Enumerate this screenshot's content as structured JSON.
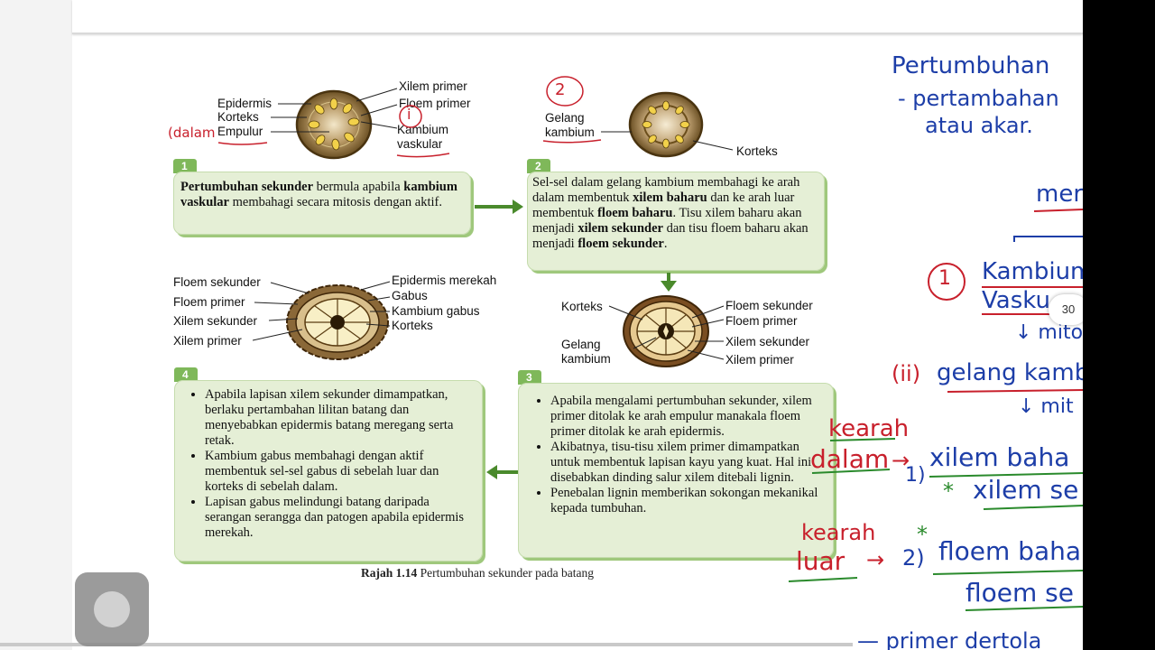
{
  "diagram": {
    "stage1_labels": {
      "epidermis": "Epidermis",
      "korteks": "Korteks",
      "empulur": "Empulur",
      "xilem_primer": "Xilem primer",
      "floem_primer": "Floem primer",
      "kambium_vaskular_1": "Kambium",
      "kambium_vaskular_2": "vaskular"
    },
    "stage2_labels": {
      "gelang_1": "Gelang",
      "gelang_2": "kambium",
      "korteks": "Korteks"
    },
    "stage3_labels": {
      "korteks": "Korteks",
      "gelang_1": "Gelang",
      "gelang_2": "kambium",
      "floem_sekunder": "Floem sekunder",
      "floem_primer": "Floem primer",
      "xilem_sekunder": "Xilem sekunder",
      "xilem_primer": "Xilem primer"
    },
    "stage4_labels": {
      "floem_sekunder": "Floem sekunder",
      "floem_primer": "Floem primer",
      "xilem_sekunder": "Xilem sekunder",
      "xilem_primer": "Xilem primer",
      "epidermis_merekah": "Epidermis merekah",
      "gabus": "Gabus",
      "kambium_gabus": "Kambium gabus",
      "korteks": "Korteks"
    },
    "box1": {
      "num": "1",
      "b1": "Pertumbuhan sekunder",
      "t1": " bermula apabila ",
      "b2": "kambium vaskular",
      "t2": " membahagi secara mitosis dengan aktif."
    },
    "box2": {
      "num": "2",
      "t1": "Sel-sel dalam gelang kambium membahagi ke arah dalam membentuk ",
      "b1": "xilem baharu",
      "t2": " dan ke arah luar membentuk ",
      "b2": "floem baharu",
      "t3": ". Tisu xilem baharu akan menjadi ",
      "b3": "xilem sekunder",
      "t4": " dan tisu floem baharu akan menjadi ",
      "b4": "floem sekunder",
      "t5": "."
    },
    "box3": {
      "num": "3",
      "items": [
        "Apabila mengalami pertumbuhan sekunder, xilem primer ditolak ke arah empulur manakala floem primer ditolak ke arah epidermis.",
        "Akibatnya, tisu-tisu xilem primer dimampatkan untuk membentuk lapisan kayu yang kuat. Hal ini disebabkan dinding salur xilem ditebali lignin.",
        "Penebalan lignin memberikan sokongan mekanikal kepada tumbuhan."
      ]
    },
    "box4": {
      "num": "4",
      "items": [
        "Apabila lapisan xilem sekunder dimampatkan, berlaku pertambahan lilitan batang dan menyebabkan epidermis batang meregang serta retak.",
        "Kambium gabus membahagi dengan aktif membentuk sel-sel gabus di sebelah luar dan korteks di sebelah dalam.",
        "Lapisan gabus melindungi batang daripada serangan serangga dan patogen apabila epidermis merekah."
      ]
    },
    "caption_bold": "Rajah 1.14",
    "caption_text": " Pertumbuhan sekunder pada batang"
  },
  "annotations": {
    "dalam": "(dalam",
    "circle_i": "i",
    "circle_2": "2",
    "notes": {
      "line1": "Pertumbuhan",
      "line2": "- pertambahan",
      "line3": "atau akar.",
      "mer": "mer",
      "num1": "1",
      "kambium": "Kambium",
      "vasku": "Vasku",
      "mito": "↓ mito",
      "ii": "(ii)",
      "gelang": "gelang kamb",
      "mit2": "↓ mit",
      "kearah1": "kearah",
      "dalam2": "dalam",
      "arrow1": "→",
      "n1": "1)",
      "xilem_baha": "xilem baha",
      "star1": "*",
      "xilem_se": "xilem se",
      "kearah2": "kearah",
      "luar": "luar",
      "arrow2": "→",
      "n2": "2)",
      "star2": "*",
      "floem_baha": "floem baha",
      "floem_se": "floem se",
      "bottom": "— primer dertola"
    }
  },
  "ui": {
    "page_number": "30"
  }
}
